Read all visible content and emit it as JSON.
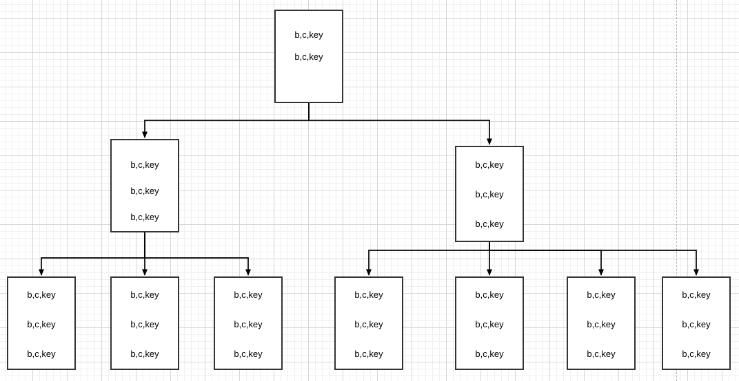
{
  "canvas": {
    "type": "diagram-grid-canvas",
    "background_color": "#ffffff",
    "grid_minor_color": "#f0f0f0",
    "grid_major_color": "#d6d6d6",
    "page_break_line": {
      "visible": true,
      "style": "dashed",
      "color": "#b3b3b3"
    }
  },
  "tree": {
    "node_style": {
      "fill": "#ffffff",
      "border_color": "#333333",
      "text_color": "#000000"
    },
    "nodes": [
      {
        "id": "root",
        "level": 0,
        "lines": [
          "b,c,key",
          "b,c,key"
        ]
      },
      {
        "id": "internal-left",
        "level": 1,
        "lines": [
          "b,c,key",
          "b,c,key",
          "b,c,key"
        ]
      },
      {
        "id": "internal-right",
        "level": 1,
        "lines": [
          "b,c,key",
          "b,c,key",
          "b,c,key"
        ]
      },
      {
        "id": "leaf-1",
        "level": 2,
        "lines": [
          "b,c,key",
          "b,c,key",
          "b,c,key"
        ]
      },
      {
        "id": "leaf-2",
        "level": 2,
        "lines": [
          "b,c,key",
          "b,c,key",
          "b,c,key"
        ]
      },
      {
        "id": "leaf-3",
        "level": 2,
        "lines": [
          "b,c,key",
          "b,c,key",
          "b,c,key"
        ]
      },
      {
        "id": "leaf-4",
        "level": 2,
        "lines": [
          "b,c,key",
          "b,c,key",
          "b,c,key"
        ]
      },
      {
        "id": "leaf-5",
        "level": 2,
        "lines": [
          "b,c,key",
          "b,c,key",
          "b,c,key"
        ]
      },
      {
        "id": "leaf-6",
        "level": 2,
        "lines": [
          "b,c,key",
          "b,c,key",
          "b,c,key"
        ]
      },
      {
        "id": "leaf-7",
        "level": 2,
        "lines": [
          "b,c,key",
          "b,c,key",
          "b,c,key"
        ]
      }
    ],
    "edges": [
      {
        "from": "root",
        "to": "internal-left",
        "arrow": "filled-triangle"
      },
      {
        "from": "root",
        "to": "internal-right",
        "arrow": "filled-triangle"
      },
      {
        "from": "internal-left",
        "to": "leaf-1",
        "arrow": "filled-triangle"
      },
      {
        "from": "internal-left",
        "to": "leaf-2",
        "arrow": "filled-triangle"
      },
      {
        "from": "internal-left",
        "to": "leaf-3",
        "arrow": "filled-triangle"
      },
      {
        "from": "internal-right",
        "to": "leaf-4",
        "arrow": "filled-triangle"
      },
      {
        "from": "internal-right",
        "to": "leaf-5",
        "arrow": "filled-triangle"
      },
      {
        "from": "internal-right",
        "to": "leaf-6",
        "arrow": "filled-triangle"
      },
      {
        "from": "internal-right",
        "to": "leaf-7",
        "arrow": "filled-triangle"
      }
    ]
  }
}
